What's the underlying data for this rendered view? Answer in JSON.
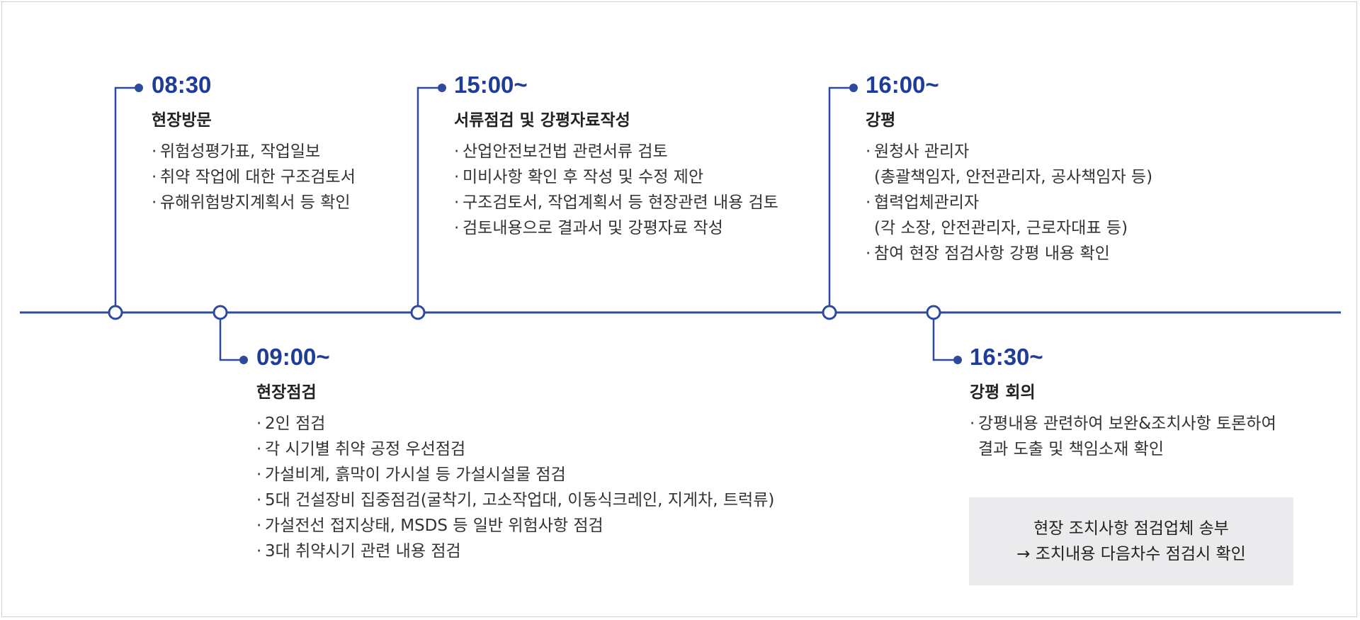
{
  "steps": [
    {
      "time": "08:30",
      "title": "현장방문",
      "items": [
        "위험성평가표, 작업일보",
        "취약 작업에 대한 구조검토서",
        "유해위험방지계획서 등 확인"
      ]
    },
    {
      "time": "09:00~",
      "title": "현장점검",
      "items": [
        "2인 점검",
        "각 시기별 취약 공정 우선점검",
        "가설비계, 흙막이 가시설 등 가설시설물 점검",
        "5대 건설장비 집중점검(굴착기, 고소작업대, 이동식크레인, 지게차, 트럭류)",
        "가설전선 접지상태, MSDS 등 일반 위험사항 점검",
        "3대 취약시기 관련 내용 점검"
      ]
    },
    {
      "time": "15:00~",
      "title": "서류점검 및 강평자료작성",
      "items": [
        "산업안전보건법 관련서류 검토",
        "미비사항 확인 후 작성 및 수정 제안",
        "구조검토서, 작업계획서 등 현장관련 내용 검토",
        "검토내용으로 결과서 및 강평자료 작성"
      ]
    },
    {
      "time": "16:00~",
      "title": "강평",
      "items": [
        "원청사 관리자",
        "(총괄책임자, 안전관리자, 공사책임자 등)",
        "협력업체관리자",
        "(각 소장, 안전관리자, 근로자대표 등)",
        "참여 현장 점검사항 강평 내용 확인"
      ]
    },
    {
      "time": "16:30~",
      "title": "강평 회의",
      "items": [
        "강평내용 관련하여 보완&조치사항 토론하여",
        "결과 도출 및 책임소재 확인"
      ]
    }
  ],
  "note": {
    "line1": "현장 조치사항 점검업체 송부",
    "line2": "→ 조치내용 다음차수 점검시 확인"
  },
  "colors": {
    "accent": "#1f3c96",
    "line": "#2d4a9e",
    "note_bg": "#ebebed"
  }
}
